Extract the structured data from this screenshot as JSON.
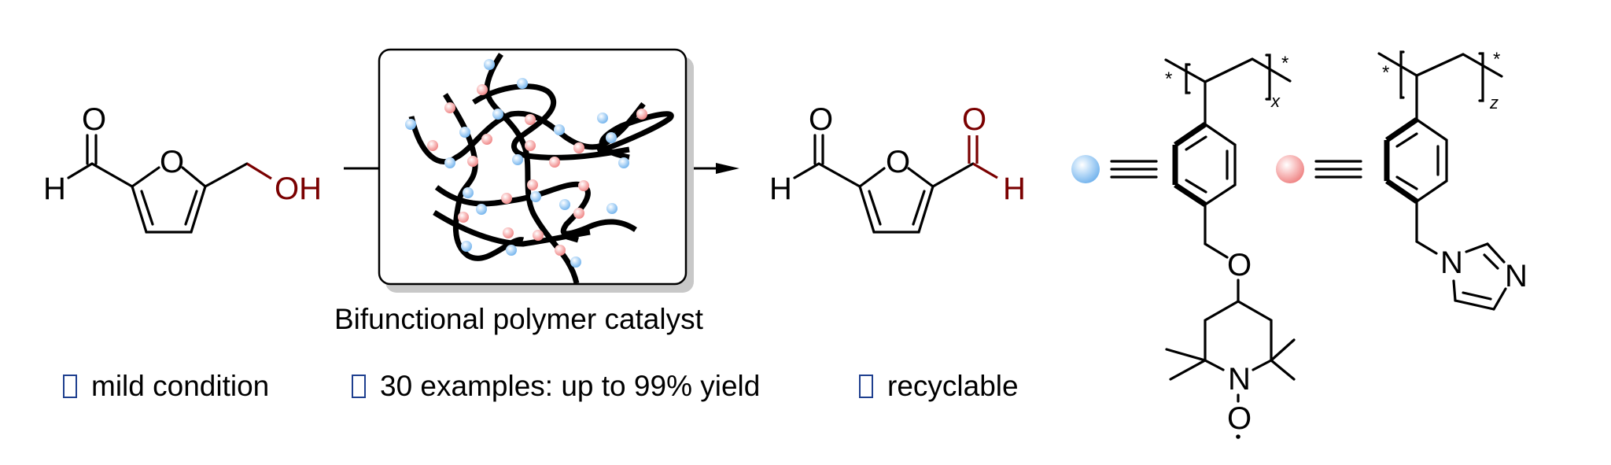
{
  "scheme": {
    "title": "Oxidation of HMF to DFF with bifunctional polymer catalyst",
    "reactant": {
      "name": "5-hydroxymethylfurfural",
      "atoms": {
        "aldehyde_O": "O",
        "aldehyde_H": "H",
        "ring_O": "O",
        "hydroxyl": "OH"
      }
    },
    "product": {
      "name": "2,5-diformylfuran",
      "atoms": {
        "left_O": "O",
        "left_H": "H",
        "ring_O": "O",
        "right_O": "O",
        "right_H": "H"
      }
    },
    "catalyst": {
      "caption": "Bifunctional polymer catalyst"
    },
    "legend": {
      "blue_unit": {
        "sphere_color": "#8ec3f0",
        "equiv_symbol": "≡",
        "star_left": "*",
        "star_right": "*",
        "subscript": "x",
        "atoms": {
          "ether_O": "O",
          "N": "N",
          "nitroxyl_O": "O"
        }
      },
      "red_unit": {
        "sphere_color": "#f4a0a0",
        "equiv_symbol": "≡",
        "star_left": "*",
        "star_right": "*",
        "subscript": "z",
        "atoms": {
          "N1": "N",
          "N3": "N"
        }
      }
    },
    "features": [
      {
        "icon": "checkbox-icon",
        "text": "mild condition"
      },
      {
        "icon": "checkbox-icon",
        "text": "30 examples: up to 99% yield"
      },
      {
        "icon": "checkbox-icon",
        "text": "recyclable"
      }
    ],
    "colors": {
      "highlight": "#7a0000",
      "checkbox": "#1e3f8f",
      "blue_bead": "#8ec3f0",
      "red_bead": "#f4a0a0"
    }
  }
}
